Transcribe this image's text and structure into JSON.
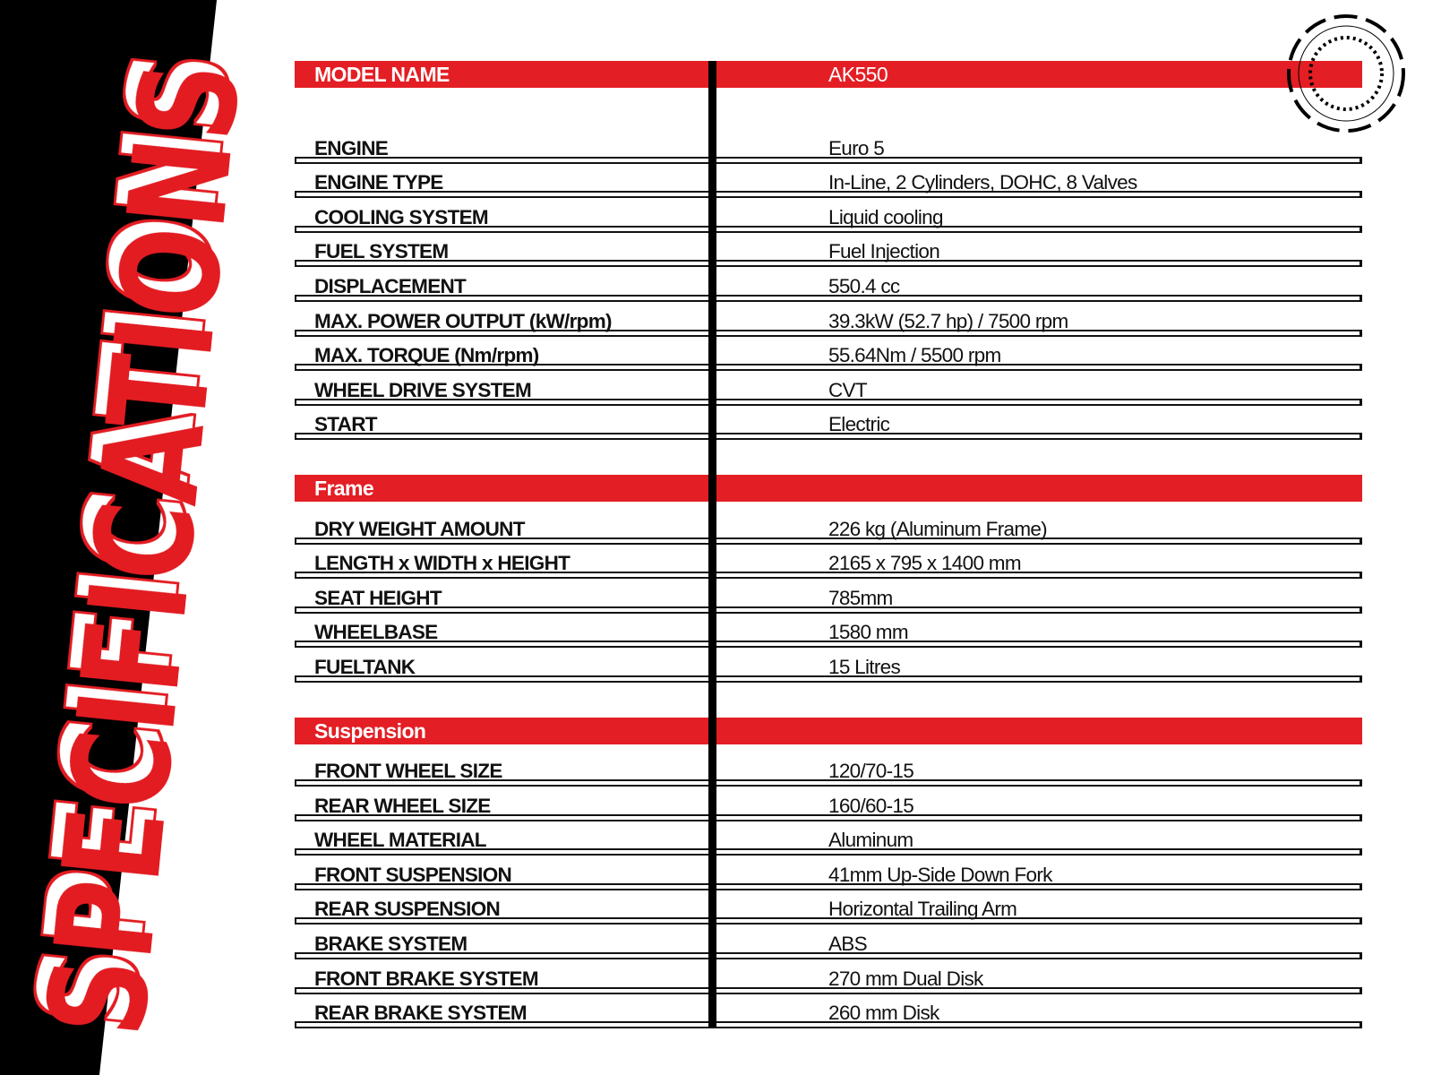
{
  "title": "SPECIFICATIONS",
  "colors": {
    "accent": "#e31e24",
    "dark": "#000000"
  },
  "sections": [
    {
      "label": "MODEL NAME",
      "value": "AK550",
      "rows": [
        {
          "label": "ENGINE",
          "value": "Euro 5"
        },
        {
          "label": "ENGINE TYPE",
          "value": "In-Line, 2 Cylinders, DOHC, 8 Valves"
        },
        {
          "label": "COOLING SYSTEM",
          "value": "Liquid cooling"
        },
        {
          "label": "FUEL SYSTEM",
          "value": "Fuel Injection"
        },
        {
          "label": "DISPLACEMENT",
          "value": "550.4 cc"
        },
        {
          "label": "MAX. POWER OUTPUT (kW/rpm)",
          "value": "39.3kW (52.7 hp) / 7500 rpm"
        },
        {
          "label": "MAX. TORQUE (Nm/rpm)",
          "value": "55.64Nm / 5500 rpm"
        },
        {
          "label": "WHEEL DRIVE SYSTEM",
          "value": "CVT"
        },
        {
          "label": "START",
          "value": "Electric"
        }
      ]
    },
    {
      "label": "Frame",
      "value": "",
      "rows": [
        {
          "label": "DRY WEIGHT AMOUNT",
          "value": "226 kg (Aluminum Frame)"
        },
        {
          "label": "LENGTH x WIDTH x HEIGHT",
          "value": "2165 x 795 x 1400 mm"
        },
        {
          "label": "SEAT HEIGHT",
          "value": "785mm"
        },
        {
          "label": "WHEELBASE",
          "value": "1580 mm"
        },
        {
          "label": "FUELTANK",
          "value": "15 Litres"
        }
      ]
    },
    {
      "label": "Suspension",
      "value": "",
      "rows": [
        {
          "label": "FRONT WHEEL SIZE",
          "value": "120/70-15"
        },
        {
          "label": "REAR WHEEL SIZE",
          "value": "160/60-15"
        },
        {
          "label": "WHEEL MATERIAL",
          "value": "Aluminum"
        },
        {
          "label": "FRONT SUSPENSION",
          "value": "41mm Up-Side Down Fork"
        },
        {
          "label": "REAR SUSPENSION",
          "value": "Horizontal Trailing Arm"
        },
        {
          "label": "BRAKE SYSTEM",
          "value": "ABS"
        },
        {
          "label": "FRONT BRAKE SYSTEM",
          "value": "270 mm Dual Disk"
        },
        {
          "label": "REAR BRAKE SYSTEM",
          "value": "260 mm Disk"
        }
      ]
    }
  ]
}
